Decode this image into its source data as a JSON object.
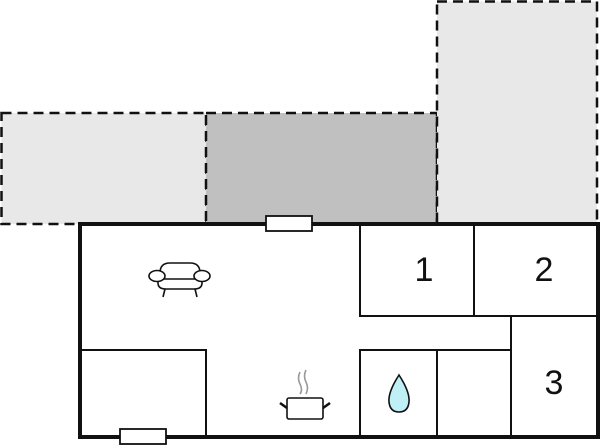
{
  "floorplan": {
    "colors": {
      "background": "#ffffff",
      "terrace_light": "#e8e8e8",
      "terrace_dark": "#c0c0c0",
      "wall": "#111111",
      "water_drop": "#bff0f5"
    },
    "terraces": [
      {
        "id": "terrace-left",
        "shade": "light",
        "dashed": true
      },
      {
        "id": "terrace-middle",
        "shade": "dark",
        "dashed": true
      },
      {
        "id": "terrace-right",
        "shade": "light",
        "dashed": true
      }
    ],
    "rooms": [
      {
        "id": "living-kitchen",
        "icons": [
          "armchair-icon",
          "cooking-pot-icon"
        ]
      },
      {
        "id": "bedroom-1",
        "label": "1"
      },
      {
        "id": "bedroom-2",
        "label": "2"
      },
      {
        "id": "bedroom-3",
        "label": "3"
      },
      {
        "id": "bathroom",
        "icons": [
          "water-drop-icon"
        ]
      },
      {
        "id": "storage-room"
      },
      {
        "id": "entrance-room"
      }
    ],
    "windows": [
      {
        "id": "window-top"
      },
      {
        "id": "window-bottom"
      }
    ]
  }
}
